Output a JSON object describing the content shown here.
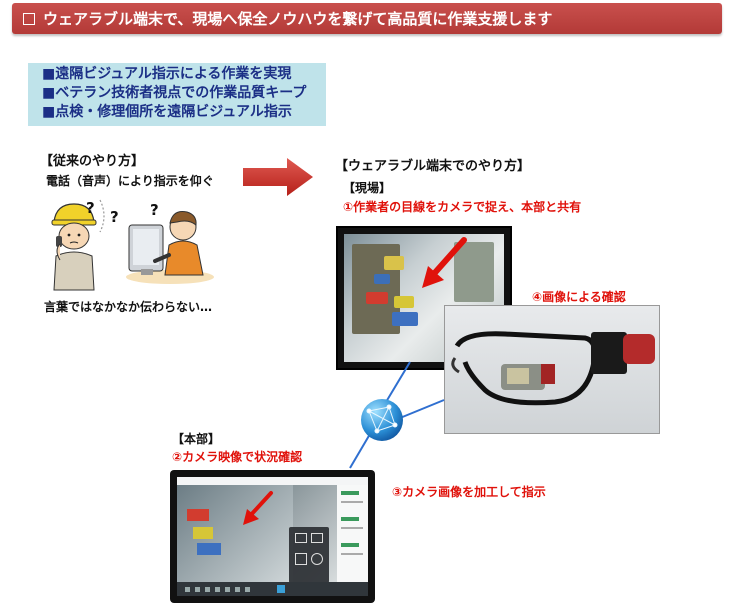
{
  "header": {
    "title": "ウェアラブル端末で、現場へ保全ノウハウを繋げて高品質に作業支援します"
  },
  "bullets": [
    "■遠隔ビジュアル指示による作業を実現",
    "■ベテラン技術者視点での作業品質キープ",
    "■点検・修理個所を遠隔ビジュアル指示"
  ],
  "old_way": {
    "title": "【従来のやり方】",
    "phone_text": "電話（音声）により指示を仰ぐ",
    "question_marks": [
      "?",
      "?",
      "?"
    ],
    "caption": "言葉ではなかなか伝わらない…"
  },
  "new_way": {
    "title": "【ウェアラブル端末でのやり方】",
    "site_label": "【現場】",
    "step1": "①作業者の目線をカメラで捉え、本部と共有",
    "step4": "④画像による確認",
    "hq_label": "【本部】",
    "step2": "②カメラ映像で状況確認",
    "step3": "③カメラ画像を加工して指示"
  },
  "colors": {
    "header": "#c0413e",
    "bullet_bg": "#bfe3ea",
    "bullet_text": "#1b2f86",
    "step_text": "#e0120b",
    "arrow": "#c72a24"
  },
  "icons": [
    "worker-helmet-icon",
    "office-worker-icon",
    "arrow-right-icon",
    "network-globe-icon"
  ]
}
